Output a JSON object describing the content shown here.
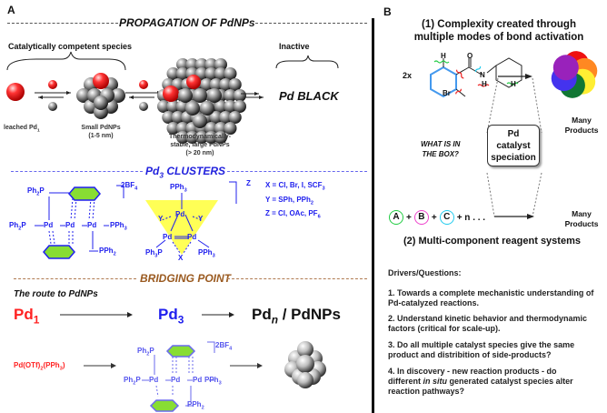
{
  "panel_a": {
    "letter": "A",
    "propagation": {
      "title": "PROPAGATION OF PdNPs",
      "catalytic_label": "Catalytically competent species",
      "inactive_label": "Inactive",
      "leached_label": "leached Pd",
      "leached_sub": "1",
      "small_label": "Small PdNPs",
      "small_size": "(1-5 nm)",
      "large_label_1": "Thermodynamically-",
      "large_label_2": "stable, large PdNPs",
      "large_size": "(> 20 nm)",
      "plus": "+",
      "minus": "-",
      "pd_black": "Pd BLACK"
    },
    "clusters": {
      "title": "Pd",
      "title_sub": "3",
      "title_rest": " CLUSTERS",
      "counter_ion_1": "2BF",
      "counter_ion_1_sub": "4",
      "counter_ion_2": "Z",
      "x_def": "X = Cl, Br, I, SCF",
      "x_def_sub": "3",
      "y_def": "Y = SPh, PPh",
      "y_def_sub": "2",
      "z_def": "Z = Cl, OAc, PF",
      "z_def_sub": "6",
      "atoms": {
        "pd": "Pd",
        "ph2p": "Ph",
        "pph3": "PPh",
        "pph2": "PPh",
        "ph3p": "Ph",
        "x": "X",
        "y": "Y"
      }
    },
    "bridging": {
      "title": "BRIDGING POINT",
      "route_label": "The route to PdNPs",
      "pd1": "Pd",
      "pd1_sub": "1",
      "pd3": "Pd",
      "pd3_sub": "3",
      "pdn": "Pd",
      "pdn_sub": "n",
      "pdn_rest": " / PdNPs",
      "precursor": "Pd(OTf)",
      "precursor_sub": "2",
      "precursor_rest": "(PPh",
      "precursor_sub2": "3",
      "precursor_end": ")"
    }
  },
  "panel_b": {
    "letter": "B",
    "title_1_line1": "(1) Complexity created through",
    "title_1_line2": "multiple modes of bond activation",
    "multiplier": "2x",
    "substrate_atoms": {
      "h": "H",
      "o": "O",
      "n": "N",
      "br": "Br"
    },
    "many_products_1": "Many",
    "many_products_2": "Products",
    "box_question_1": "WHAT IS IN",
    "box_question_2": "THE BOX?",
    "box_line_1": "Pd",
    "box_line_2": "catalyst",
    "box_line_3": "speciation",
    "reagents": [
      {
        "label": "A",
        "color": "#22cc44"
      },
      {
        "label": "B",
        "color": "#ee44cc"
      },
      {
        "label": "C",
        "color": "#22ccee"
      }
    ],
    "reagent_tail": "+  n . . .",
    "title_2": "(2) Multi-component reagent systems",
    "drivers_title": "Drivers/Questions:",
    "questions": [
      {
        "text": "1. Towards a complete mechanistic understanding of Pd-catalyzed reactions."
      },
      {
        "text": "2. Understand kinetic behavior and thermodynamic factors (critical for scale-up)."
      },
      {
        "text": "3. Do all multiple catalyst species give the same product and distribition of side-products?"
      },
      {
        "pre": "4. In discovery - new reaction products - do different ",
        "italic": "in situ",
        "post": " generated catalyst species alter reaction pathways?"
      }
    ],
    "product_colors": [
      "#ee1111",
      "#ff8822",
      "#ffee33",
      "#117733",
      "#4433ee",
      "#9922bb"
    ]
  },
  "colors": {
    "pd_red": "#ff2222",
    "pd_blue": "#2020ee",
    "cluster_title": "#2222dd",
    "bridge_title": "#9a5a20",
    "ring_green": "#88dd33",
    "triangle_yellow": "#ffff44"
  }
}
